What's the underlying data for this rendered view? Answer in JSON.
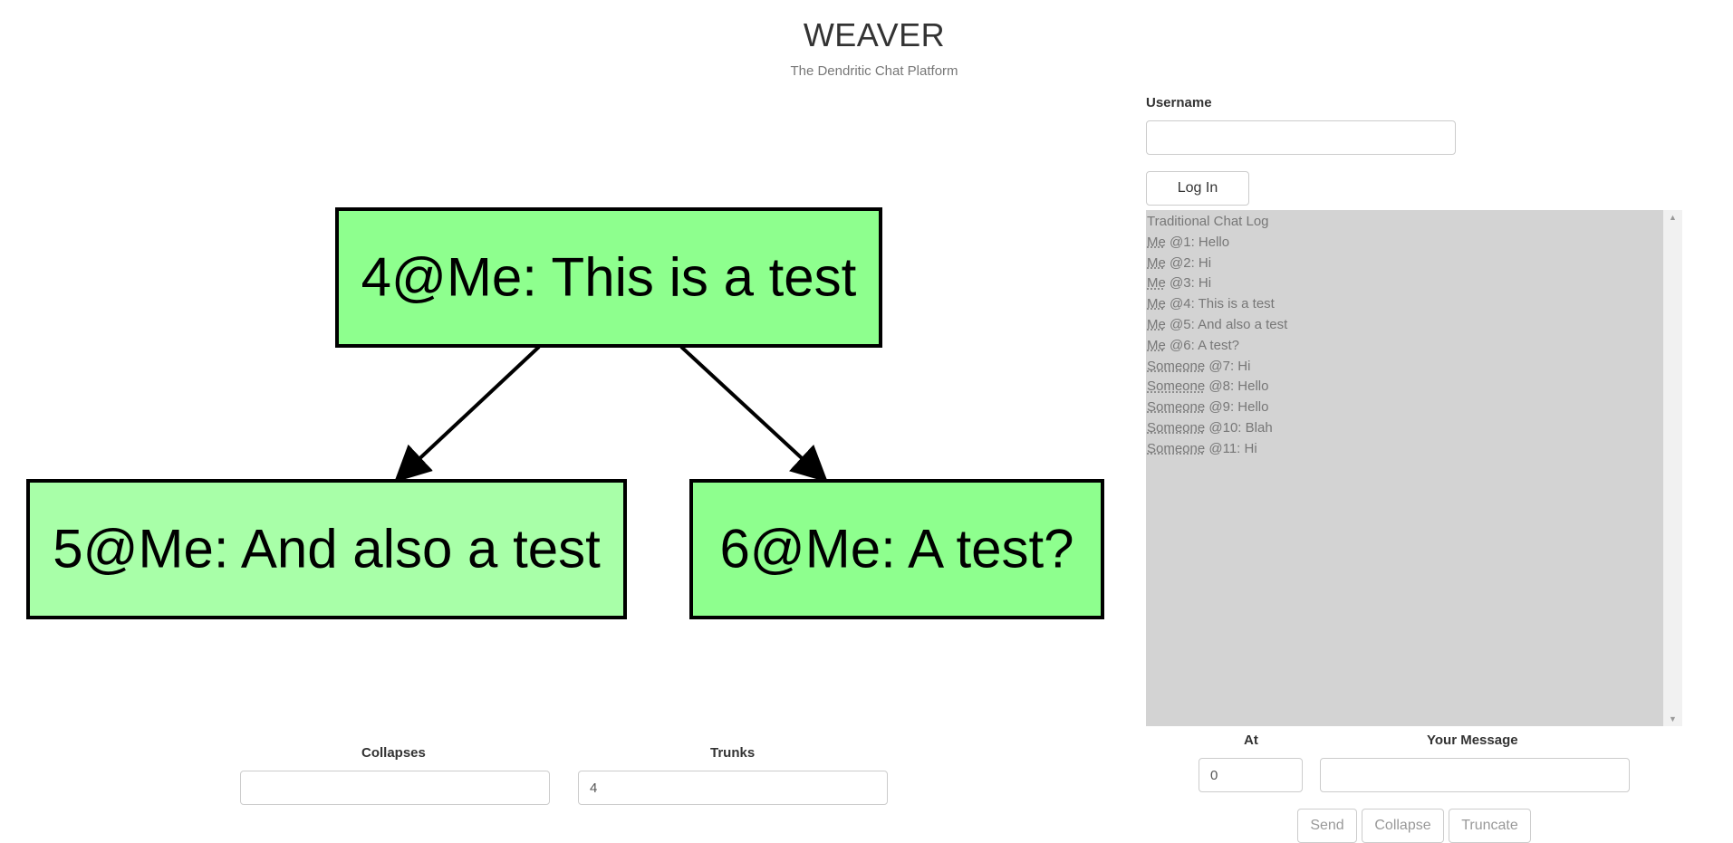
{
  "header": {
    "title": "WEAVER",
    "subtitle": "The Dendritic Chat Platform"
  },
  "tree": {
    "nodes": [
      {
        "id": 4,
        "label": "4@Me: This is a test",
        "fill": "#8eff8e"
      },
      {
        "id": 5,
        "label": "5@Me: And also a test",
        "fill": "#a8ffa8"
      },
      {
        "id": 6,
        "label": "6@Me: A test?",
        "fill": "#8eff8e"
      }
    ],
    "edges": [
      {
        "from": 4,
        "to": 5
      },
      {
        "from": 4,
        "to": 6
      }
    ]
  },
  "login": {
    "username_label": "Username",
    "username_value": "",
    "login_button": "Log In"
  },
  "chat_log": {
    "header": "Traditional Chat Log",
    "lines": [
      {
        "name": "Me",
        "rest": " @1: Hello"
      },
      {
        "name": "Me",
        "rest": " @2: Hi"
      },
      {
        "name": "Me",
        "rest": " @3: Hi"
      },
      {
        "name": "Me",
        "rest": " @4: This is a test"
      },
      {
        "name": "Me",
        "rest": " @5: And also a test"
      },
      {
        "name": "Me",
        "rest": " @6: A test?"
      },
      {
        "name": "Someone",
        "rest": " @7: Hi"
      },
      {
        "name": "Someone",
        "rest": " @8: Hello"
      },
      {
        "name": "Someone",
        "rest": " @9: Hello"
      },
      {
        "name": "Someone",
        "rest": " @10: Blah"
      },
      {
        "name": "Someone",
        "rest": " @11: Hi"
      }
    ]
  },
  "message": {
    "at_label": "At",
    "at_value": "0",
    "message_label": "Your Message",
    "message_value": "",
    "send_button": "Send",
    "collapse_button": "Collapse",
    "truncate_button": "Truncate"
  },
  "filters": {
    "collapses_label": "Collapses",
    "collapses_value": "",
    "trunks_label": "Trunks",
    "trunks_value": "4"
  },
  "colors": {
    "node_border": "#000000",
    "chat_background": "#d3d3d3"
  }
}
